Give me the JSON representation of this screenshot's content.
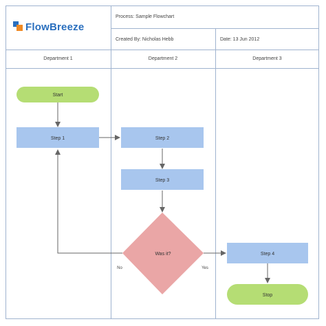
{
  "header": {
    "logo_text": "FlowBreeze",
    "process": "Process: Sample Flowchart",
    "created_by": "Created By: Nicholas Hebb",
    "date": "Date: 13 Jun 2012"
  },
  "lanes": [
    {
      "title": "Department 1"
    },
    {
      "title": "Department 2"
    },
    {
      "title": "Department 3"
    }
  ],
  "nodes": {
    "start": "Start",
    "step1": "Step 1",
    "step2": "Step 2",
    "step3": "Step 3",
    "decision": "Was it?",
    "step4": "Step 4",
    "stop": "Stop"
  },
  "edge_labels": {
    "no": "No",
    "yes": "Yes"
  },
  "colors": {
    "border": "#9fb3cf",
    "terminator": "#b5dd74",
    "process": "#a8c6ee",
    "decision": "#eaa6a6",
    "arrow": "#666666"
  }
}
